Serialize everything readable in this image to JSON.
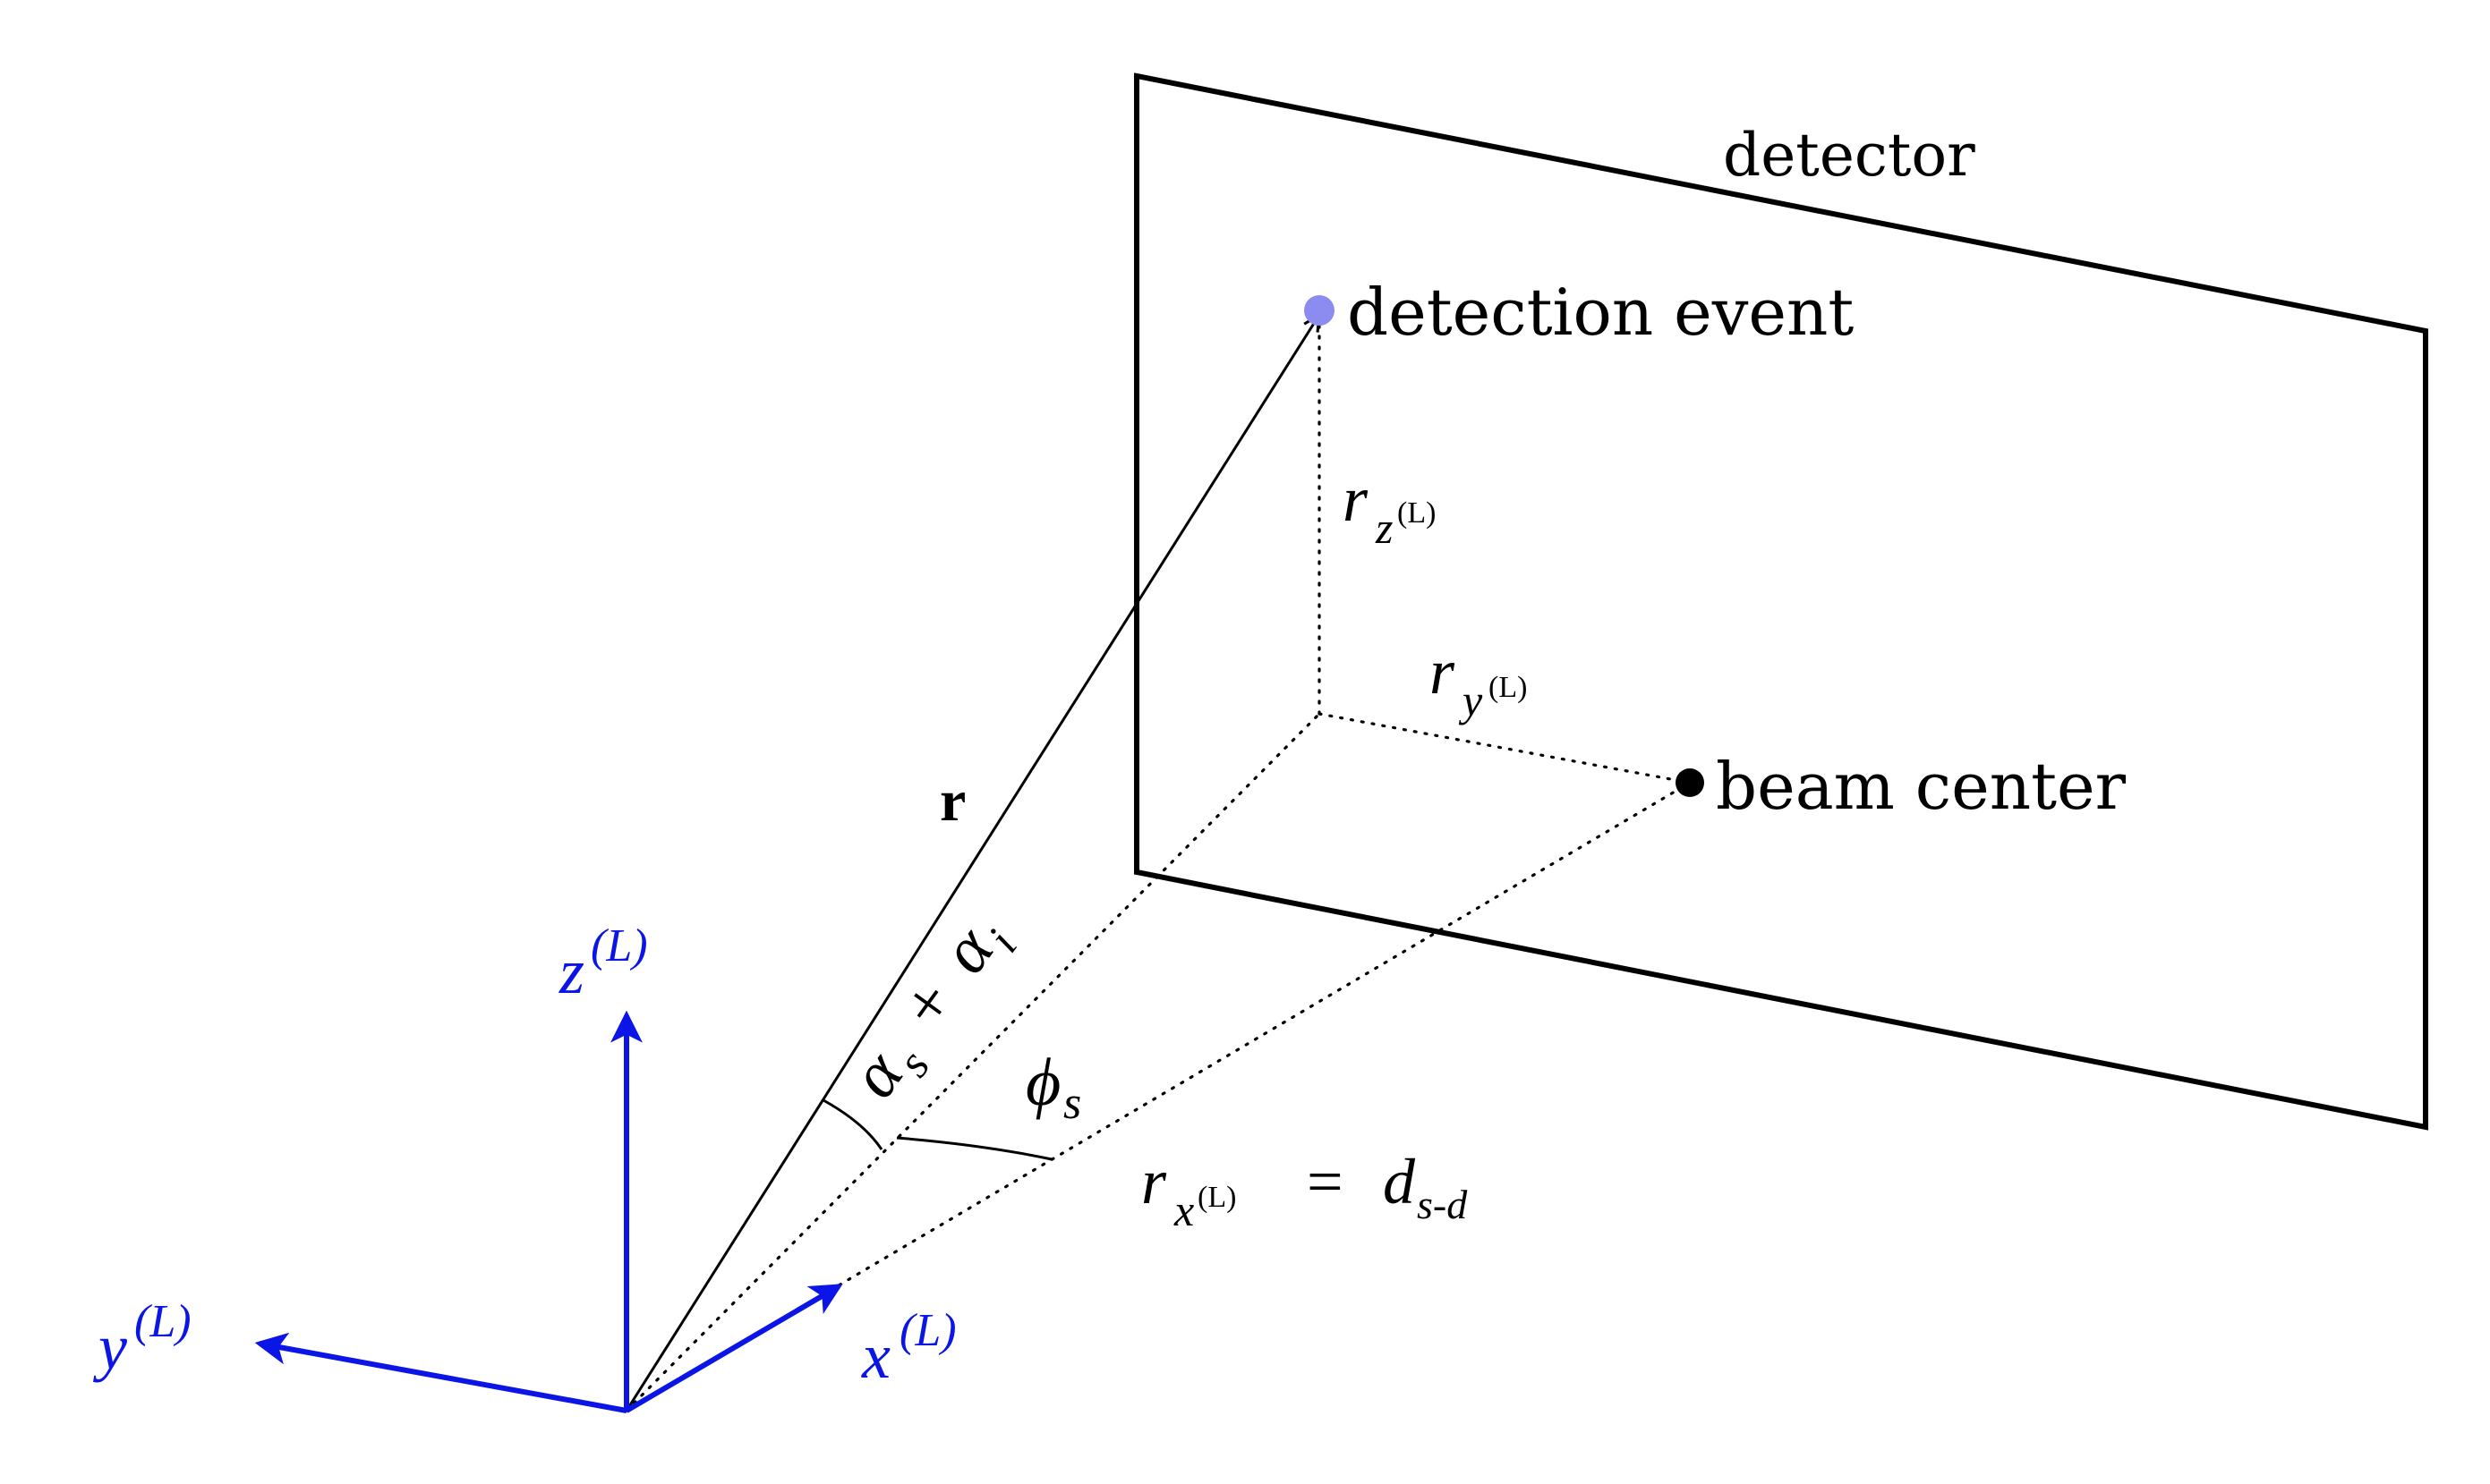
{
  "labels": {
    "detector": "detector",
    "detection_event": "detection event",
    "beam_center": "beam center",
    "r_vector": "r",
    "axis_superscript": "(L)"
  },
  "symbols": {
    "r": "r",
    "z": "z",
    "y": "y",
    "x": "x",
    "equals": "=",
    "d": "d",
    "d_subscript": "s-d",
    "alpha": "α",
    "s": "s",
    "plus": "+",
    "i": "i",
    "phi": "ϕ"
  },
  "colors": {
    "axis": "#0b16e6",
    "event": "#8c8cf0",
    "line": "#000000"
  }
}
